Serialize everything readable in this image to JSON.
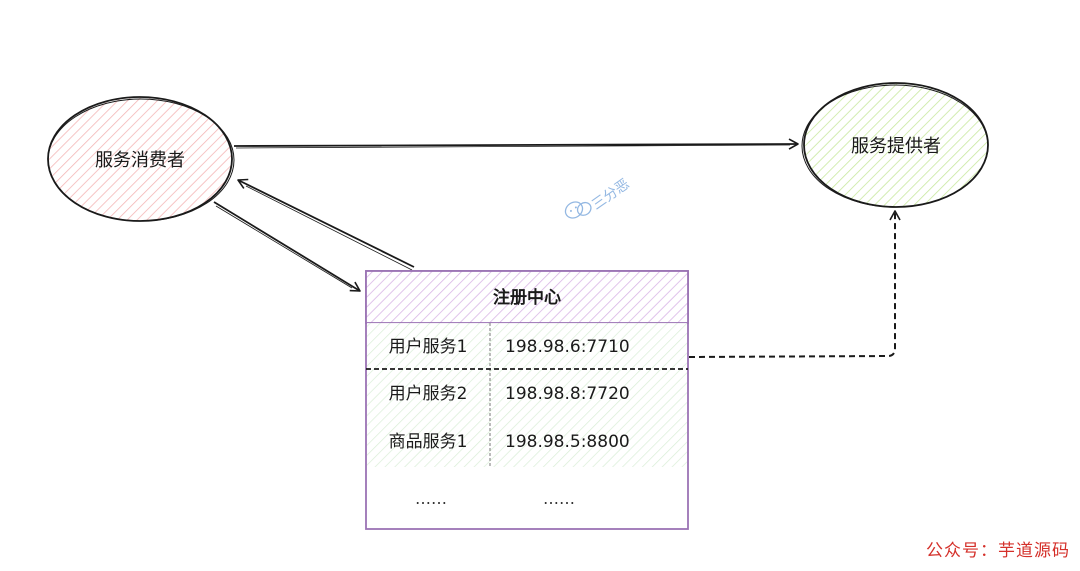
{
  "nodes": {
    "consumer": {
      "label": "服务消费者",
      "fill_color": "#f4b6b6"
    },
    "provider": {
      "label": "服务提供者",
      "fill_color": "#c9e8a0"
    }
  },
  "registry": {
    "title": "注册中心",
    "header_color": "#d9b6e6",
    "border_color": "#9b73b4",
    "rows": [
      {
        "service": "用户服务1",
        "address": "198.98.6:7710"
      },
      {
        "service": "用户服务2",
        "address": "198.98.8:7720"
      },
      {
        "service": "商品服务1",
        "address": "198.98.5:8800"
      }
    ],
    "ellipsis_left": "……",
    "ellipsis_right": "……"
  },
  "watermark": {
    "text": "三分恶",
    "icon": "wechat-icon"
  },
  "footer": {
    "text": "公众号：芋道源码",
    "color": "#d4302a"
  }
}
